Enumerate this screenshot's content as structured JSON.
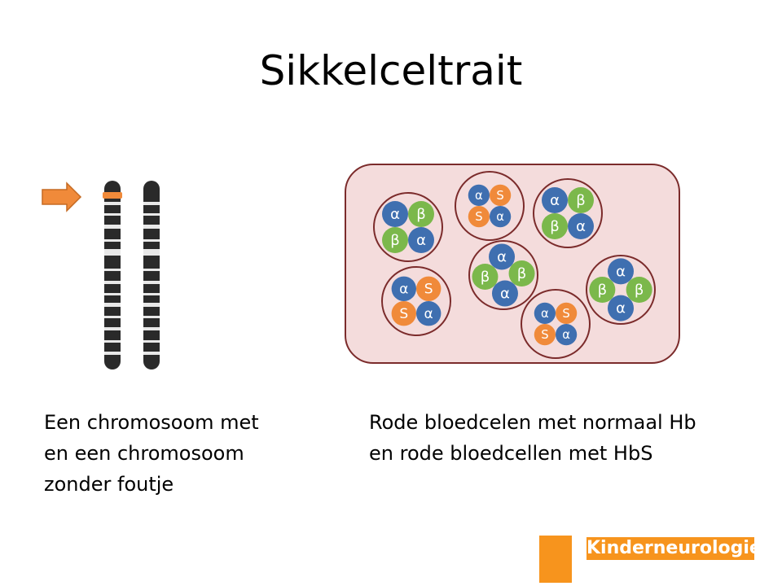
{
  "title": "Sikkelceltrait",
  "captions": {
    "left": [
      "Een chromosoom met",
      "en een chromosoom",
      "zonder foutje"
    ],
    "right": [
      "Rode bloedcelen met normaal Hb",
      "en rode bloedcellen met HbS"
    ]
  },
  "logo": {
    "text": "Kinderneurologie.eu"
  },
  "colors": {
    "alpha": "#3f6fb0",
    "beta": "#7bb84b",
    "s": "#f08a3a",
    "cell_fill": "#f4dcdc",
    "cell_border": "#7b2b2b",
    "arrow": "#f08a3a"
  },
  "cells": [
    {
      "globins": [
        "α",
        "β",
        "β",
        "α"
      ]
    },
    {
      "globins": [
        "α",
        "S",
        "S",
        "α"
      ]
    },
    {
      "globins": [
        "α",
        "β",
        "β",
        "α"
      ]
    },
    {
      "globins": [
        "α",
        "S",
        "S",
        "α"
      ]
    },
    {
      "globins": [
        "α",
        "β",
        "β",
        "α"
      ]
    },
    {
      "globins": [
        "α",
        "S",
        "S",
        "α"
      ]
    },
    {
      "globins": [
        "α",
        "β",
        "β",
        "α"
      ]
    }
  ]
}
